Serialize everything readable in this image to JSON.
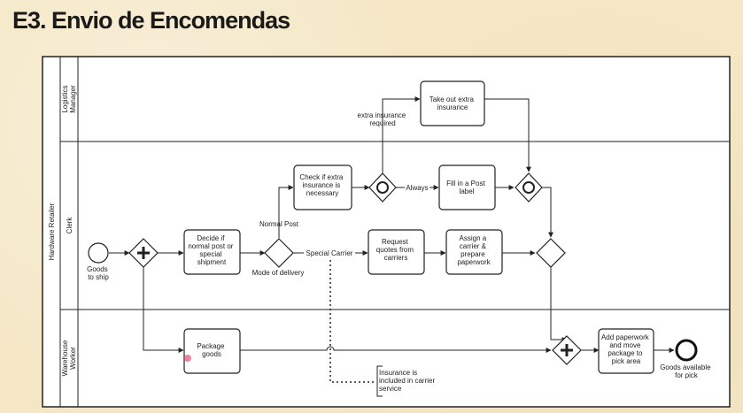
{
  "slide": {
    "title": "E3. Envio de Encomendas"
  },
  "pool": {
    "label": "Hardware Retailer"
  },
  "lanes": [
    {
      "id": "logistics",
      "label": "Logistics Manager",
      "lines": [
        "Logistics",
        "Manager"
      ]
    },
    {
      "id": "clerk",
      "label": "Clerk",
      "lines": [
        "Clerk"
      ]
    },
    {
      "id": "warehouse",
      "label": "Warehouse Worker",
      "lines": [
        "Warehouse",
        "Worker"
      ]
    }
  ],
  "events": {
    "start": {
      "lines": [
        "Goods",
        "to ship"
      ]
    },
    "end": {
      "lines": [
        "Goods available",
        "for pick"
      ]
    }
  },
  "tasks": {
    "decide": [
      "Decide if",
      "normal post or",
      "special",
      "shipment"
    ],
    "check_insurance": [
      "Check if extra",
      "insurance is",
      "necessary"
    ],
    "extra_insurance": [
      "Take out extra",
      "insurance"
    ],
    "fill_label": [
      "Fill in a Post",
      "label"
    ],
    "request_quotes": [
      "Request",
      "quotes from",
      "carriers"
    ],
    "assign_carrier": [
      "Assign a",
      "carrier &",
      "prepare",
      "paperwork"
    ],
    "package": [
      "Package",
      "goods"
    ],
    "add_paperwork": [
      "Add paperwork",
      "and move",
      "package to",
      "pick area"
    ]
  },
  "gateway_labels": {
    "mode": "Mode of delivery",
    "extra_required": [
      "extra insurance",
      "required"
    ]
  },
  "flow_labels": {
    "normal_post": "Normal Post",
    "special_carrier": "Special Carrier",
    "always": "Always"
  },
  "annotation": [
    "Insurance is",
    "included in carrier",
    "service"
  ]
}
